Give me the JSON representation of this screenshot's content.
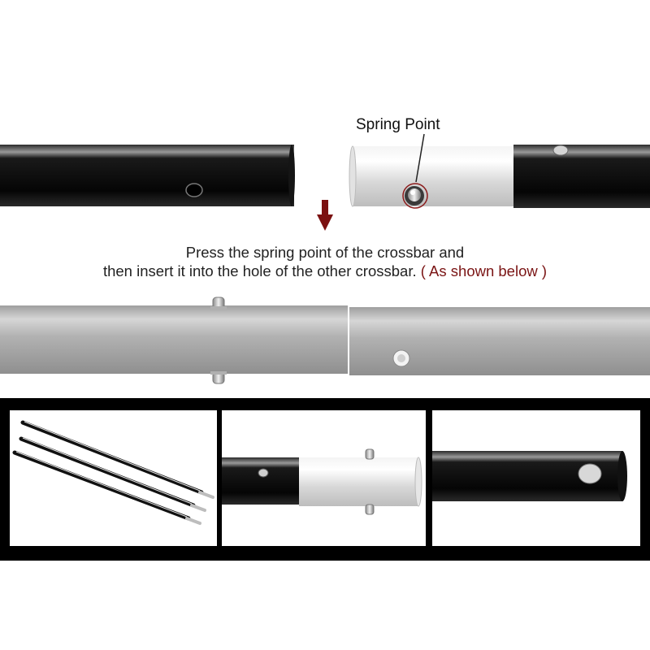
{
  "callout": {
    "label": "Spring Point"
  },
  "instructions": {
    "line1": "Press the spring point of the crossbar and",
    "line2": "then insert it into the hole of the other crossbar.",
    "note": "( As shown below )"
  },
  "colors": {
    "tube_black": "#0b0b0b",
    "tube_silver": "#d9d9d9",
    "assembled_gray": "#a9a9a9",
    "arrow_red": "#7b1010",
    "note_red": "#7a1414",
    "panel_frame": "#000000"
  },
  "icons": [
    "down-arrow-icon"
  ]
}
